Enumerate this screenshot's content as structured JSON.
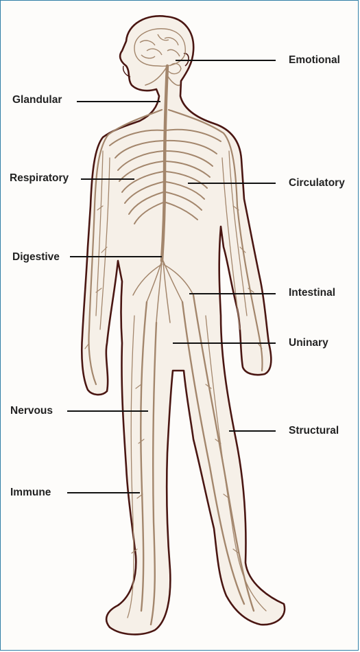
{
  "diagram": {
    "labels": {
      "emotional": "Emotional",
      "glandular": "Glandular",
      "respiratory": "Respiratory",
      "circulatory": "Circulatory",
      "digestive": "Digestive",
      "intestinal": "Intestinal",
      "uninary": "Uninary",
      "nervous": "Nervous",
      "structural": "Structural",
      "immune": "Immune"
    },
    "colors": {
      "outline": "#4a1612",
      "nerve": "#a3866c",
      "leader": "#111111",
      "frame": "#2f7fa6"
    }
  }
}
